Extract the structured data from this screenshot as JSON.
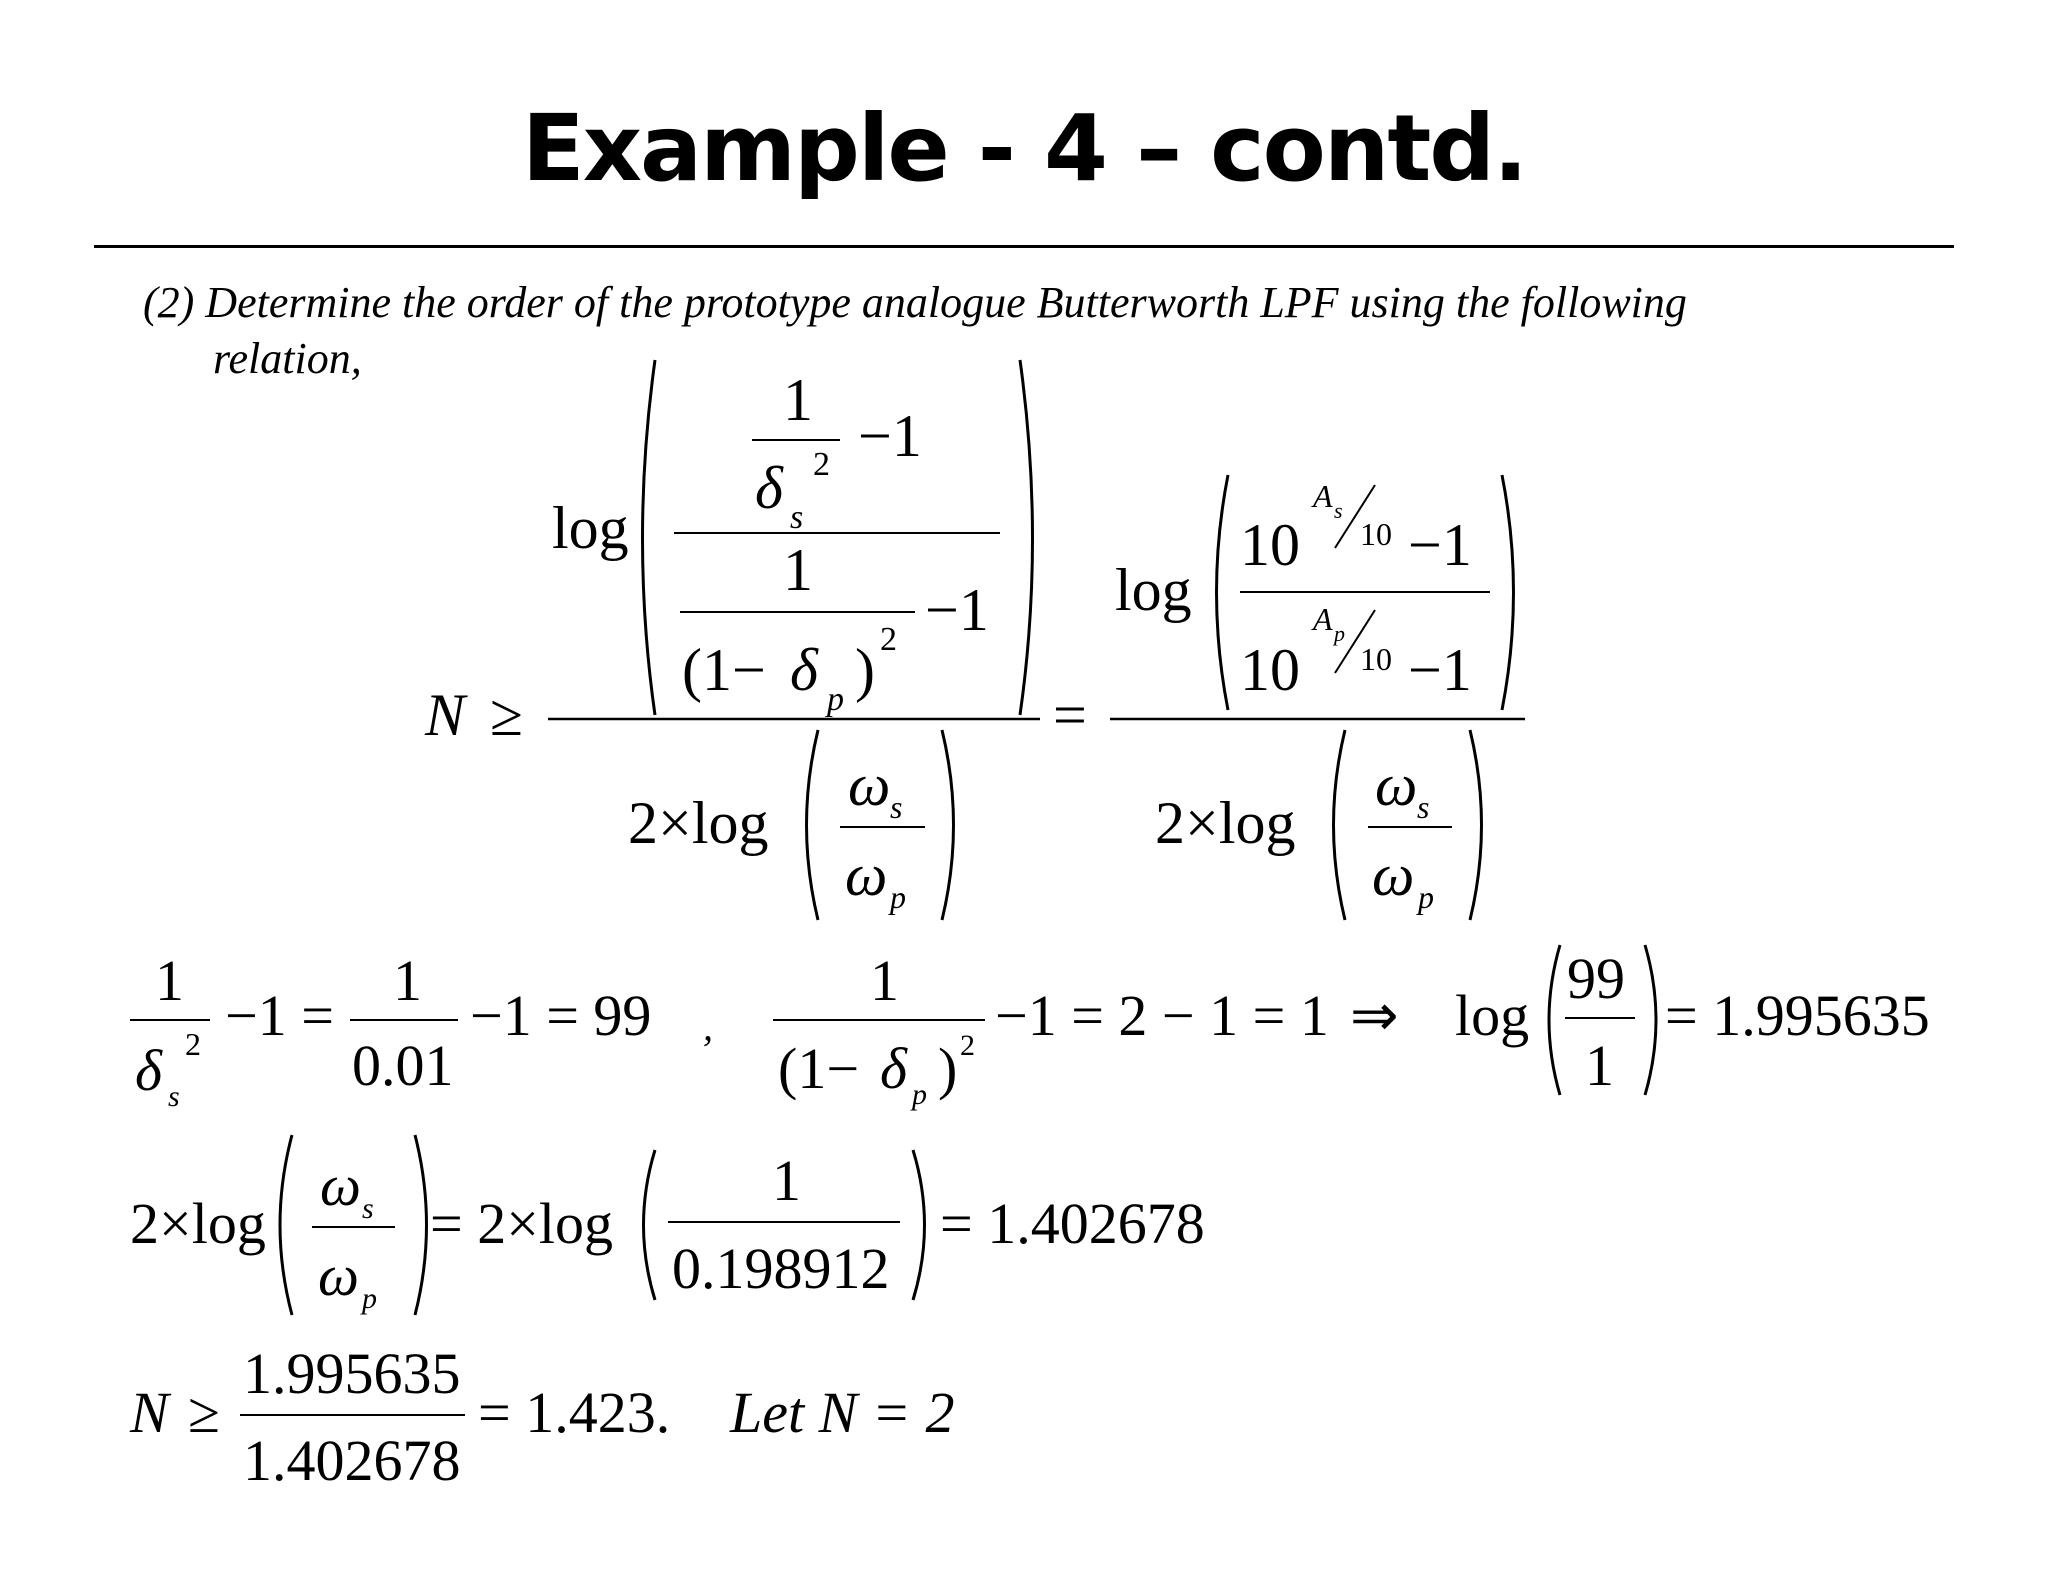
{
  "slide": {
    "title": "Example - 4 – contd.",
    "intro_line1": "(2) Determine the order of the prototype analogue Butterworth LPF  using the following",
    "intro_line2": "relation,"
  },
  "math": {
    "N": "N",
    "geq": "≥",
    "log": "log",
    "one": "1",
    "minus_one": "−1",
    "two_times_log": "2×log",
    "delta_s": "δ",
    "sub_s": "s",
    "sub_p": "p",
    "sup_2": "2",
    "one_minus_delta_open": "(1−",
    "close_paren": ")",
    "equals": "=",
    "ten": "10",
    "A": "A",
    "slash_ten": "⁄10",
    "omega": "ω",
    "eq1_part1": "−1 =",
    "eq1_denom": "0.01",
    "eq1_part2": "−1 = 99",
    "comma": ",",
    "eq1_part3": "−1 = 2 − 1 = 1",
    "implies": "⇒",
    "ninety_nine": "99",
    "eq1_result": "= 1.995635",
    "eq2_mid": "= 2×log",
    "eq2_denom": "0.198912",
    "eq2_result": "= 1.402678",
    "eq3_num": "1.995635",
    "eq3_den": "1.402678",
    "eq3_result": "= 1.423.",
    "eq3_let": "Let N = 2"
  }
}
